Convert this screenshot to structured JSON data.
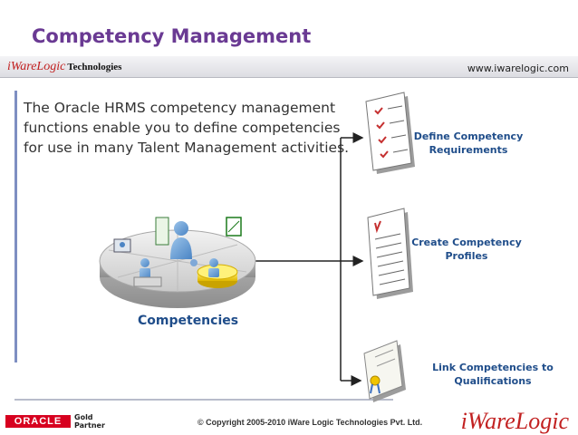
{
  "header": {
    "title": "Competency Management",
    "brand_main": "iWareLogic",
    "brand_sub": "Technologies",
    "url": "www.iwarelogic.com"
  },
  "intro_text": "The Oracle HRMS competency management functions enable you to define competencies for use in many Talent Management activities.",
  "diagram": {
    "center_label": "Competencies",
    "steps": [
      {
        "label_line1": "Define Competency",
        "label_line2": "Requirements",
        "icon": "checklist-document-icon"
      },
      {
        "label_line1": "Create Competency",
        "label_line2": "Profiles",
        "icon": "profile-document-icon"
      },
      {
        "label_line1": "Link Competencies to",
        "label_line2": "Qualifications",
        "icon": "certificate-icon"
      }
    ]
  },
  "footer": {
    "oracle": "ORACLE",
    "partner_line1": "Gold",
    "partner_line2": "Partner",
    "copyright": "© Copyright 2005-2010 iWare Logic Technologies Pvt. Ltd.",
    "logo_main": "iWareLogic"
  },
  "colors": {
    "title": "#6a3a93",
    "label_blue": "#1f4d8a",
    "brand_red": "#c22121",
    "accent_line": "#7e8fc2"
  }
}
